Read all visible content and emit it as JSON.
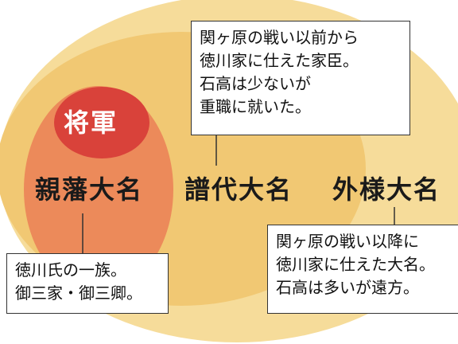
{
  "colors": {
    "outer": "#f6dc9a",
    "middle": "#f1c873",
    "shinpan": "#ec8a5a",
    "shogun": "#d9423a",
    "shogun_text": "#ffffff",
    "line": "#333333"
  },
  "nodes": {
    "shogun": "将軍",
    "shinpan": "親藩大名",
    "fudai": "譜代大名",
    "tozama": "外様大名"
  },
  "notes": {
    "fudai": [
      "関ヶ原の戦い以前から",
      "徳川家に仕えた家臣。",
      "石高は少ないが",
      "重職に就いた。"
    ],
    "tozama": [
      "関ヶ原の戦い以降に",
      "徳川家に仕えた大名。",
      "石高は多いが遠方。"
    ],
    "shinpan": [
      "徳川氏の一族。",
      "御三家・御三卿。"
    ]
  }
}
